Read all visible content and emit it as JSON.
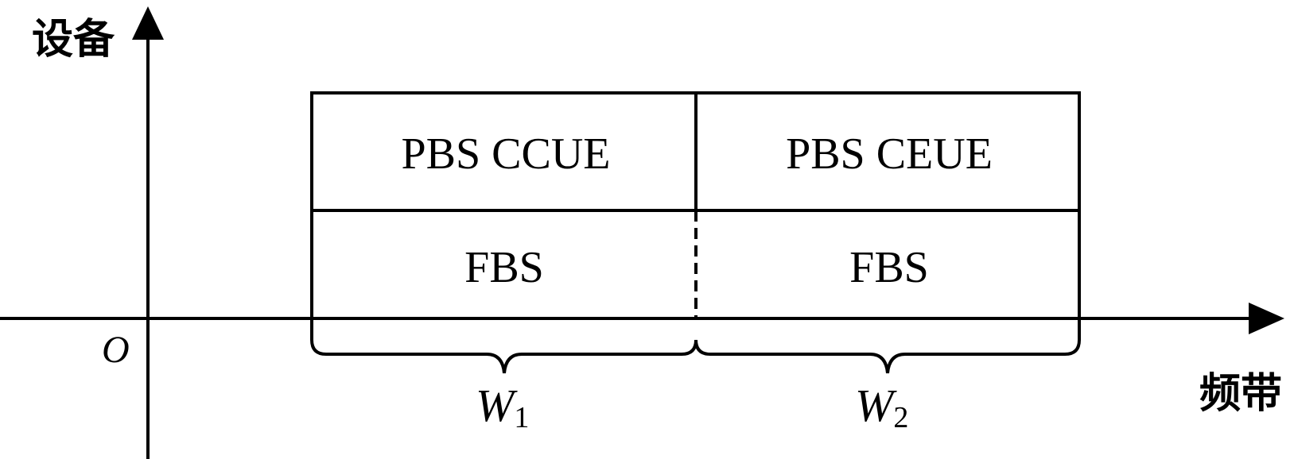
{
  "axes": {
    "y_label": "设备",
    "x_label": "频带",
    "origin_label": "O"
  },
  "cells": {
    "top_left": "PBS CCUE",
    "top_right": "PBS CEUE",
    "bottom_left": "FBS",
    "bottom_right": "FBS"
  },
  "bands": [
    {
      "symbol": "W",
      "subscript": "1"
    },
    {
      "symbol": "W",
      "subscript": "2"
    }
  ]
}
